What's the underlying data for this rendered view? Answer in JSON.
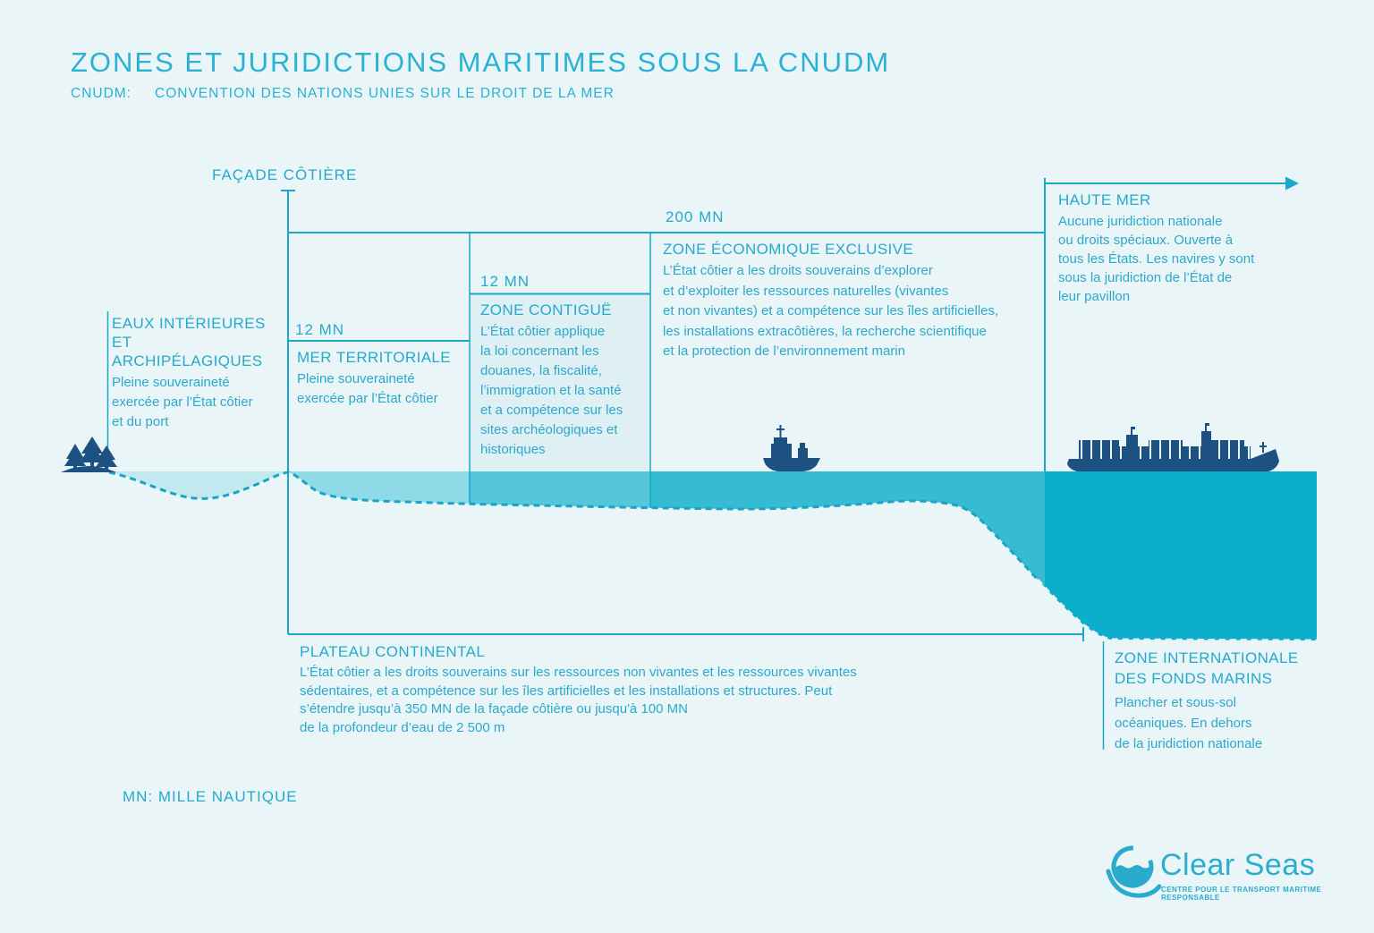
{
  "header": {
    "title": "ZONES ET JURIDICTIONS MARITIMES SOUS LA CNUDM",
    "abbr": "CNUDM:",
    "abbr_definition": "CONVENTION DES NATIONS UNIES SUR LE DROIT DE LA MER"
  },
  "labels": {
    "facade": "FAÇADE CÔTIÈRE",
    "footnote": "MN: MILLE NAUTIQUE"
  },
  "zones": {
    "eaux_interieures": {
      "title": "EAUX INTÉRIEURES\nET ARCHIPÉLAGIQUES",
      "body": "Pleine souveraineté\nexercée par l’État côtier\net du port"
    },
    "mer_territoriale": {
      "distance": "12 MN",
      "title": "MER TERRITORIALE",
      "body": "Pleine souveraineté\nexercée par l’État côtier"
    },
    "zone_contigue": {
      "distance": "12 MN",
      "title": "ZONE CONTIGUË",
      "body": "L’État côtier applique\nla loi concernant les\ndouanes, la fiscalité,\nl’immigration et la santé\net a compétence sur les\nsites archéologiques et\nhistoriques"
    },
    "zone_economique_exclusive": {
      "distance": "200 MN",
      "title": "ZONE ÉCONOMIQUE EXCLUSIVE",
      "body": "L’État côtier a les droits souverains d’explorer\net d’exploiter les ressources naturelles (vivantes\net non vivantes) et a compétence sur les îles artificielles,\nles installations extracôtières, la recherche scientifique\net la protection de l’environnement marin"
    },
    "haute_mer": {
      "title": "HAUTE MER",
      "body": "Aucune juridiction nationale\nou droits spéciaux. Ouverte à\ntous les États. Les navires y sont\nsous la juridiction de l’État de\nleur pavillon"
    },
    "plateau_continental": {
      "title": "PLATEAU CONTINENTAL",
      "body": "L’État côtier a les droits souverains sur les ressources non vivantes et les ressources vivantes\nsédentaires, et a compétence sur les îles artificielles et les installations et structures. Peut\ns’étendre jusqu’à 350 MN de la façade côtière ou jusqu'à 100 MN\nde la profondeur d’eau de 2 500 m"
    },
    "fonds_marins": {
      "title": "ZONE INTERNATIONALE\nDES FONDS MARINS",
      "body": "Plancher et sous-sol\nocéaniques. En dehors\nde la juridiction nationale"
    }
  },
  "logo": {
    "name": "Clear Seas",
    "tagline": "CENTRE POUR LE TRANSPORT MARITIME RESPONSABLE"
  },
  "colors": {
    "background": "#eaf5f8",
    "accent_text": "#29a9cc",
    "title_text": "#2ab1d3",
    "measure_line": "#1ba7c9",
    "silhouette_navy": "#1d5181",
    "water_eaux_interieures": "#c3e9f0",
    "water_mer_territoriale": "#8edbe7",
    "water_zone_contigue": "#55c7db",
    "water_zee": "#35bcd3",
    "water_haute_mer": "#0caecb",
    "contigue_column_tint": "rgba(38,166,199,0.055)"
  }
}
